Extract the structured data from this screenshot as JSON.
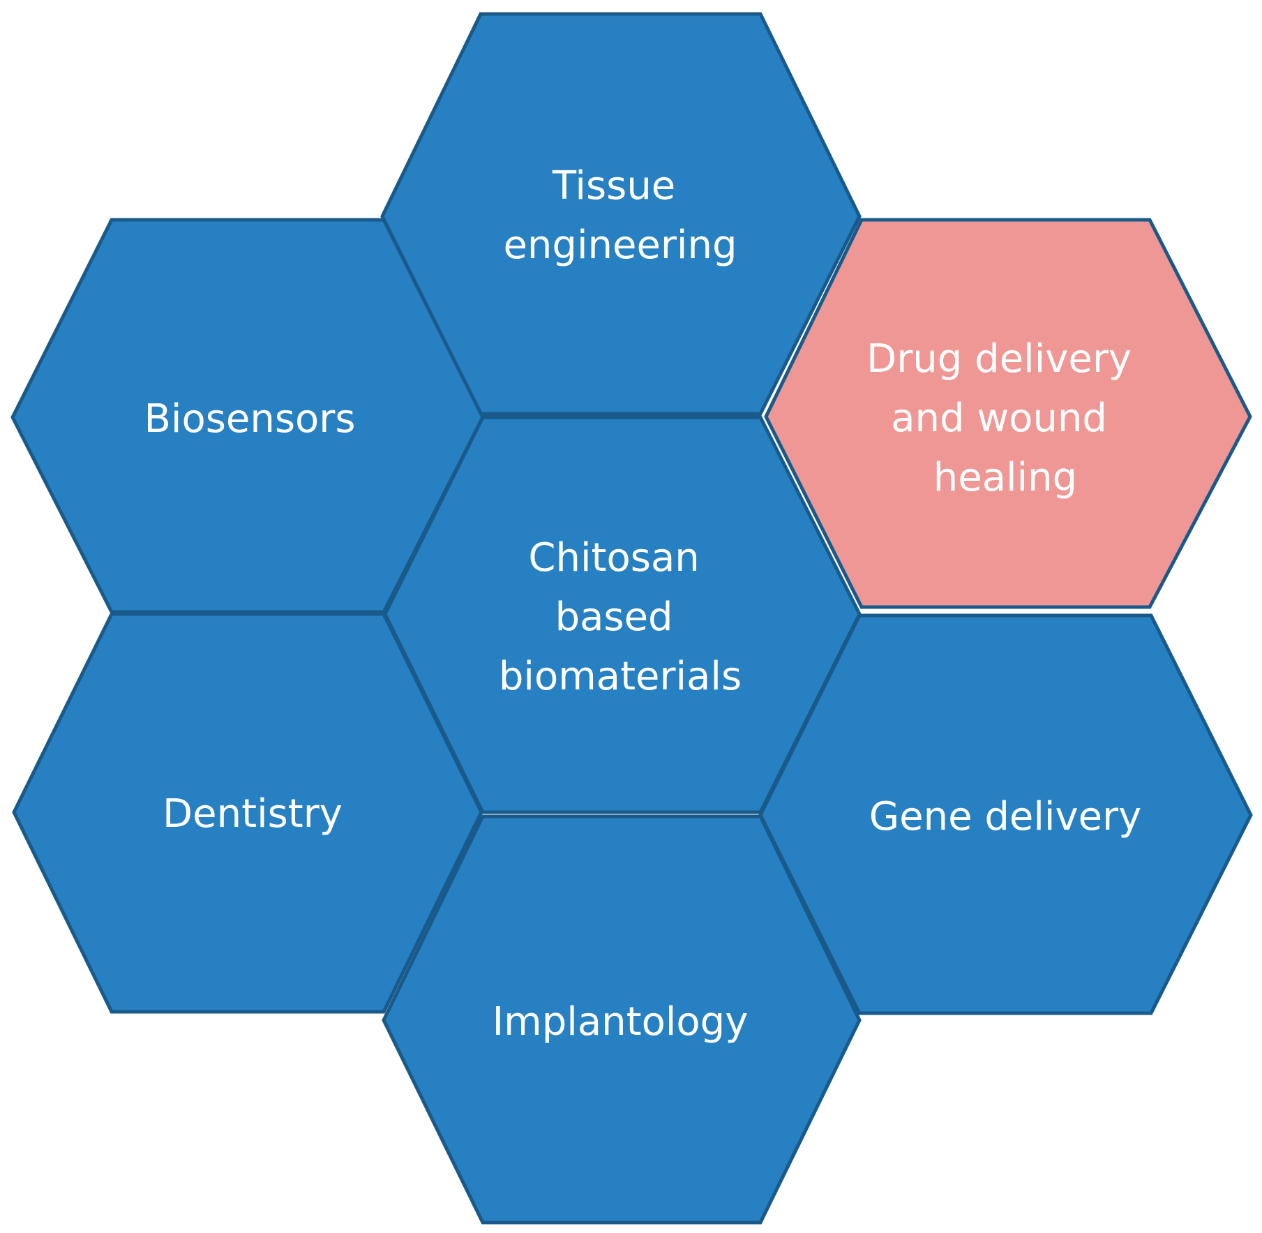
{
  "colors": {
    "hex_fill": "#2680C1",
    "hex_stroke": "#1A5A8A",
    "highlight_fill": "#EF9794",
    "highlight_stroke": "#1A5A8A",
    "label_color": "#FFFFFF"
  },
  "hexagons": [
    {
      "id": "tissue-engineering",
      "lines": [
        "Tissue",
        "engineering"
      ],
      "highlighted": false
    },
    {
      "id": "biosensors",
      "lines": [
        "Biosensors"
      ],
      "highlighted": false
    },
    {
      "id": "drug-delivery-wound-healing",
      "lines": [
        "Drug delivery",
        "and wound",
        "healing"
      ],
      "highlighted": true
    },
    {
      "id": "chitosan-based-biomaterials",
      "lines": [
        "Chitosan",
        "based",
        "biomaterials"
      ],
      "highlighted": false
    },
    {
      "id": "dentistry",
      "lines": [
        "Dentistry"
      ],
      "highlighted": false
    },
    {
      "id": "gene-delivery",
      "lines": [
        "Gene delivery"
      ],
      "highlighted": false
    },
    {
      "id": "implantology",
      "lines": [
        "Implantology"
      ],
      "highlighted": false
    }
  ]
}
